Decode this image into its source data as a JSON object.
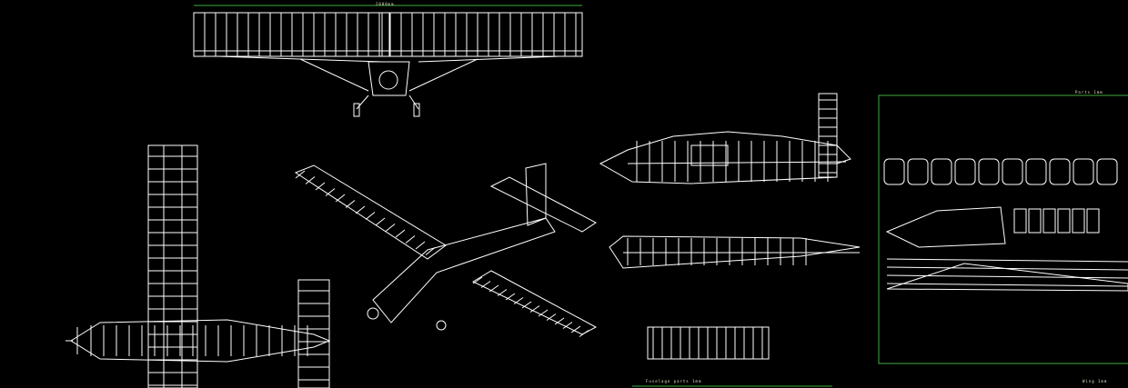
{
  "labels": {
    "front_view_dim": "2000mm",
    "parts_sheet_title": "Parts 1mm",
    "fuselage_sheet_title": "Fuselage parts 1mm",
    "wing_sheet_title": "Wing 1mm"
  },
  "colors": {
    "background": "#000000",
    "lines": "#ffffff",
    "dimensions": "#3fae3f"
  }
}
